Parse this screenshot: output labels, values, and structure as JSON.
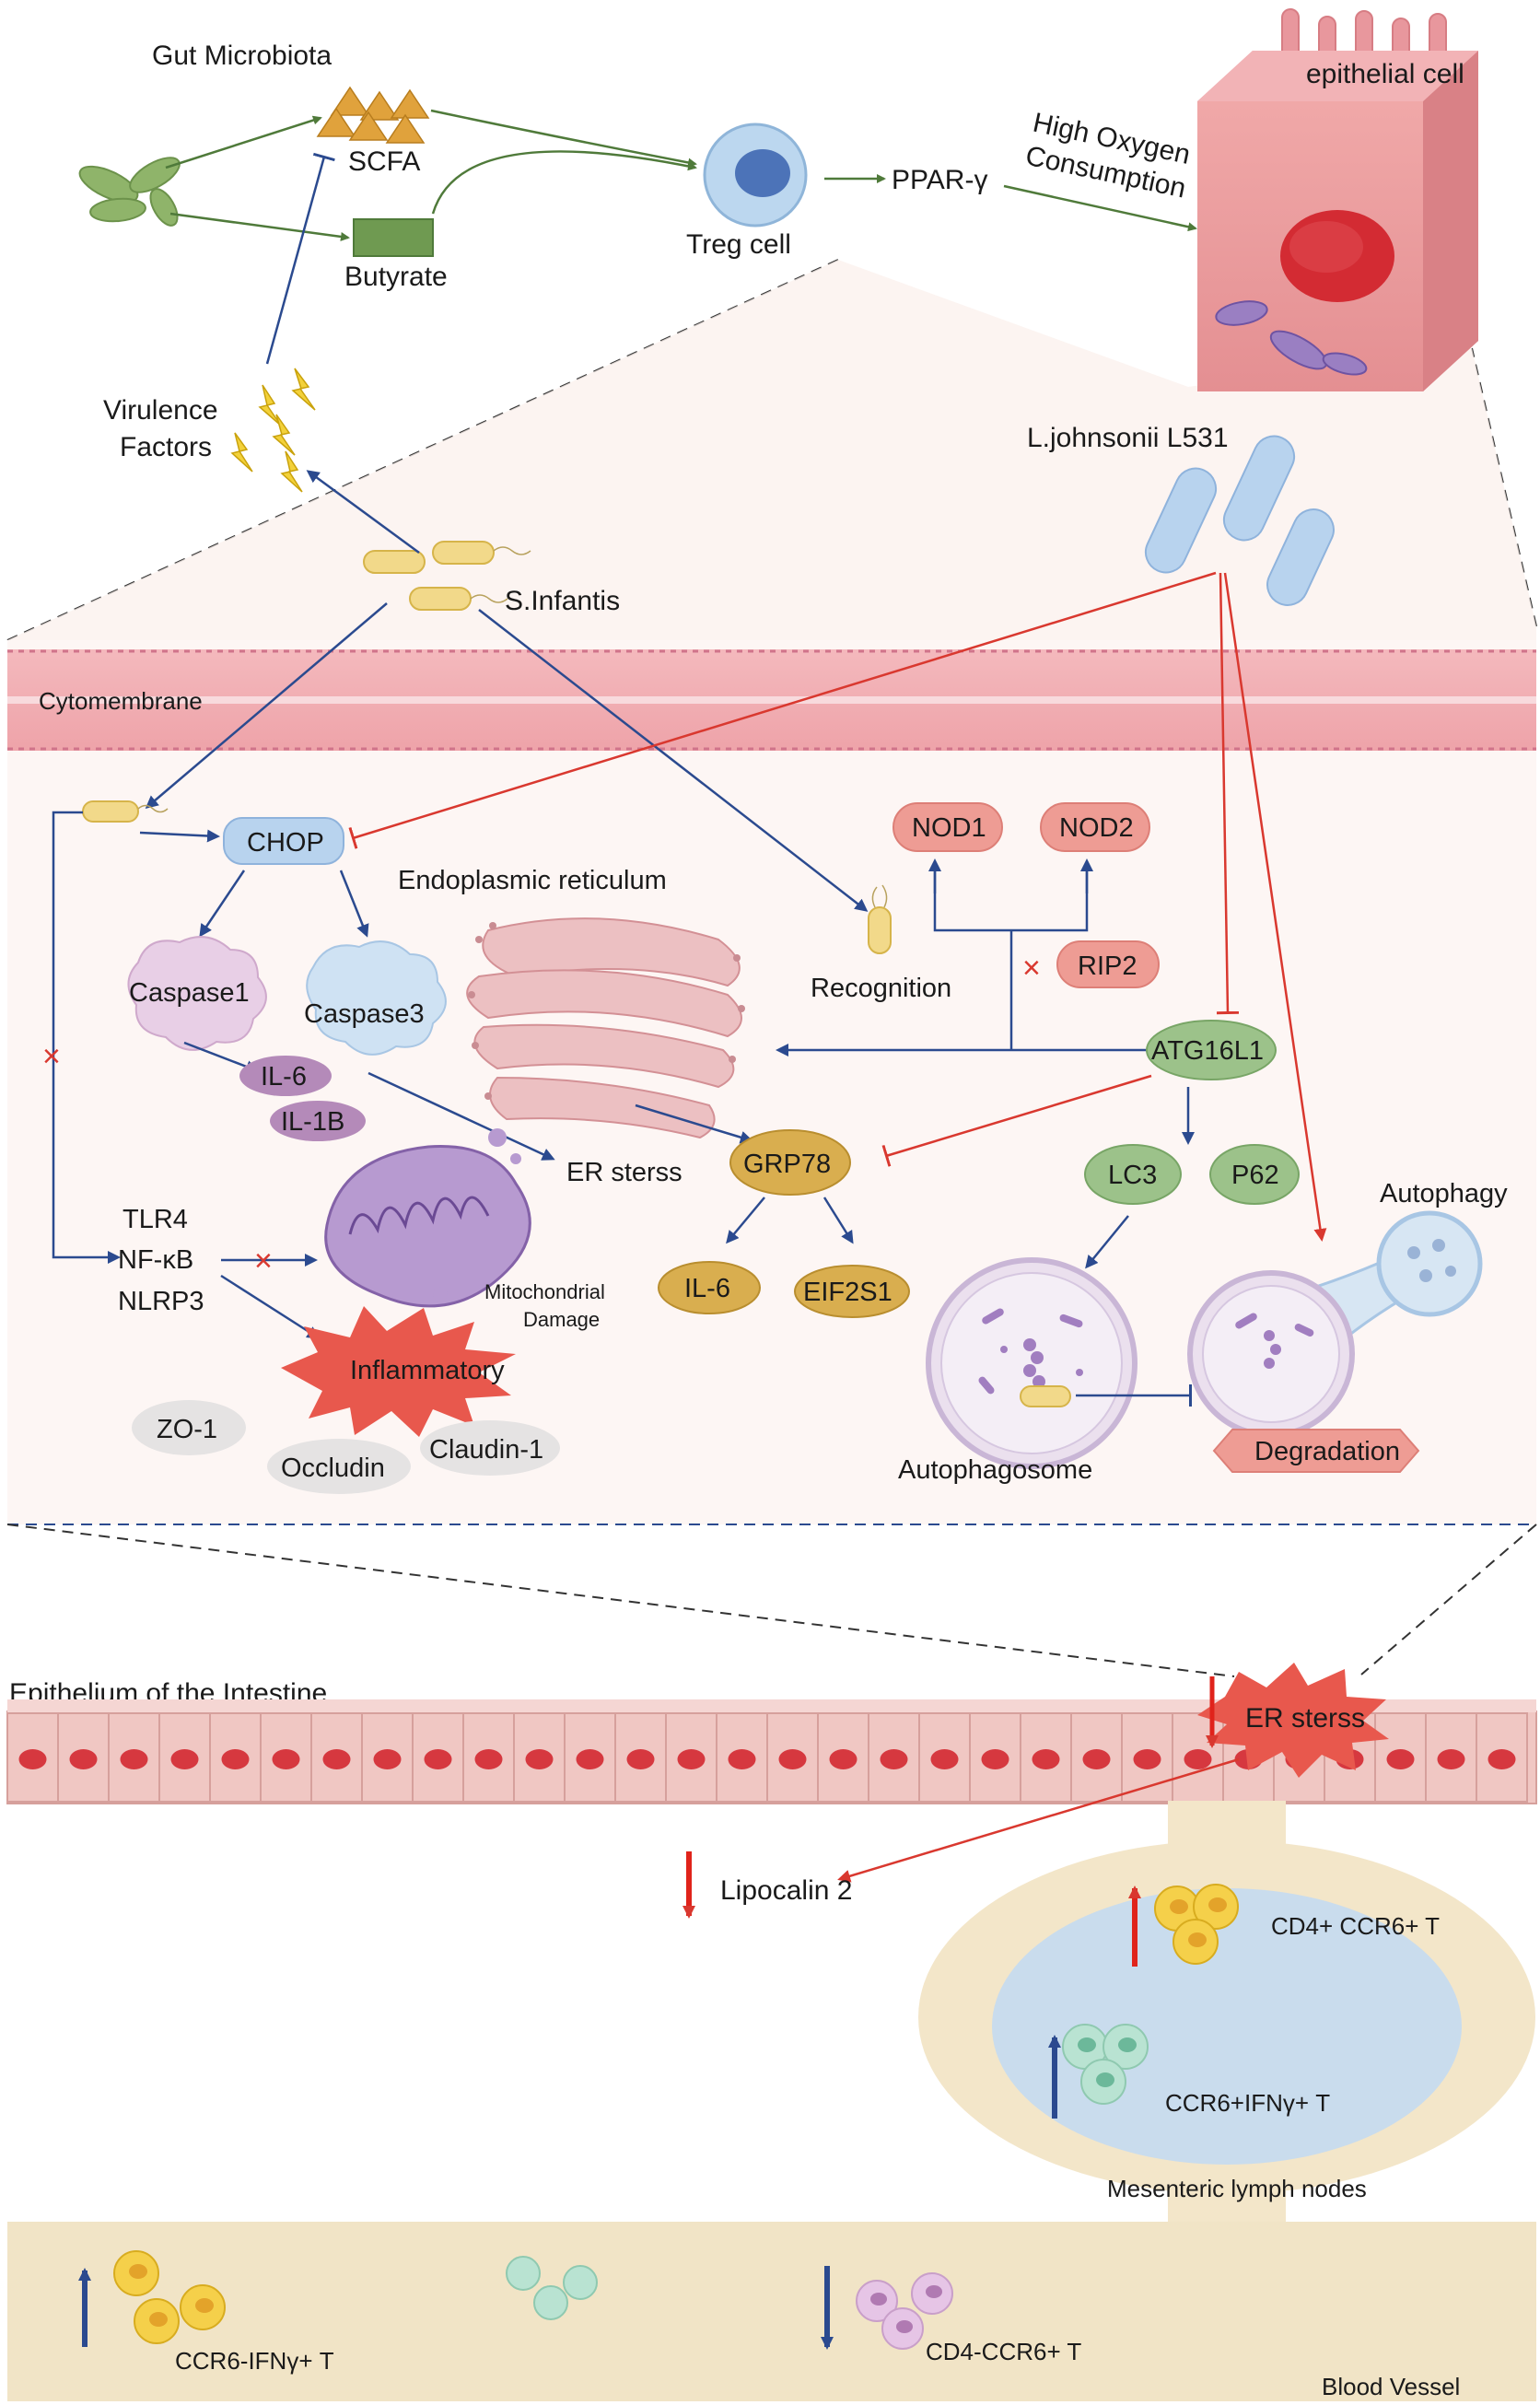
{
  "colors": {
    "green_arrow": "#4f7a3a",
    "blue_arrow": "#2b4a8f",
    "red_arrow": "#d9382f",
    "cell_pink": "#e8a6a6",
    "membrane": "#f1b3b8",
    "panel_bg": "#fdf6f4",
    "lymph_outer": "#f3e6c9",
    "lymph_inner": "#c9dced",
    "vessel": "#f1e4c6"
  },
  "top": {
    "gut_microbiota": "Gut Microbiota",
    "scfa": "SCFA",
    "butyrate": "Butyrate",
    "treg_cell": "Treg cell",
    "ppar": "PPAR-γ",
    "high_oxygen_line1": "High Oxygen",
    "high_oxygen_line2": "Consumption",
    "epithelial_cell": "epithelial cell",
    "virulence_line1": "Virulence",
    "virulence_line2": "Factors",
    "l_johnsonii": "L.johnsonii L531",
    "s_infantis": "S.Infantis"
  },
  "cell_panel": {
    "cytomembrane": "Cytomembrane",
    "chop": "CHOP",
    "caspase1": "Caspase1",
    "caspase3": "Caspase3",
    "il6_left": "IL-6",
    "il1b": "IL-1B",
    "endoplasmic_reticulum": "Endoplasmic reticulum",
    "er_stress": "ER sterss",
    "grp78": "GRP78",
    "il6_mid": "IL-6",
    "eif2s1": "EIF2S1",
    "nod1": "NOD1",
    "nod2": "NOD2",
    "recognition": "Recognition",
    "rip2": "RIP2",
    "atg16l1": "ATG16L1",
    "lc3": "LC3",
    "p62": "P62",
    "autophagy": "Autophagy",
    "autophagosome": "Autophagosome",
    "degradation": "Degradation",
    "tlr4": "TLR4",
    "nfkb": "NF-κB",
    "nlrp3": "NLRP3",
    "mito_line1": "Mitochondrial",
    "mito_line2": "Damage",
    "inflammatory": "Inflammatory",
    "zo1": "ZO-1",
    "occludin": "Occludin",
    "claudin1": "Claudin-1"
  },
  "bottom": {
    "epithelium": "Epithelium of the Intestine",
    "er_stress": "ER sterss",
    "lipocalin": "Lipocalin 2",
    "cd4_ccr6_pos": "CD4+ CCR6+ T",
    "ccr6_ifng_pos": "CCR6+IFNγ+ T",
    "mesenteric": "Mesenteric lymph nodes",
    "ccr6_neg_ifng": "CCR6-IFNγ+ T",
    "cd4_ccr6_neg": "CD4-CCR6+  T",
    "blood_vessel": "Blood Vessel"
  }
}
